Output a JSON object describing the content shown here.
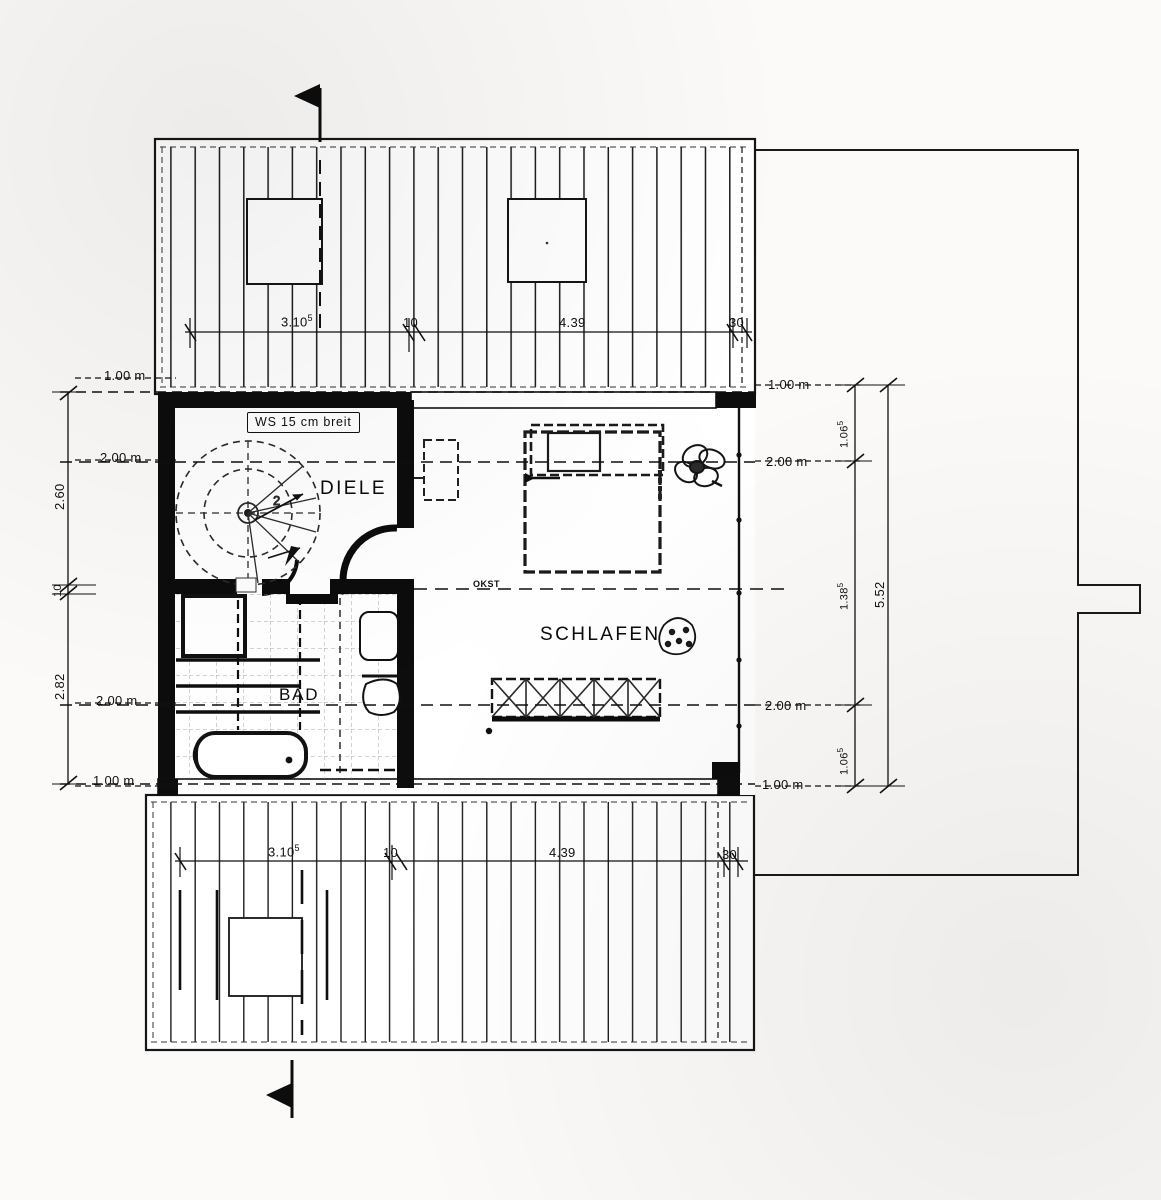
{
  "drawing": {
    "type": "architectural-floor-plan",
    "language": "de",
    "description": "Dachgeschoss Grundriss mit Diele, Bad und Schlafzimmer"
  },
  "rooms": [
    {
      "id": "diele",
      "label": "DIELE"
    },
    {
      "id": "bad",
      "label": "BAD"
    },
    {
      "id": "schlafen",
      "label": "SCHLAFEN"
    }
  ],
  "notes": {
    "wall_note": "WS 15 cm breit",
    "okst_mark": "OKST"
  },
  "dimensions": {
    "top_chain": [
      {
        "value": "3.10",
        "sup": "5"
      },
      {
        "value": "10",
        "sup": ""
      },
      {
        "value": "4.39",
        "sup": ""
      },
      {
        "value": "30",
        "sup": ""
      }
    ],
    "bottom_chain": [
      {
        "value": "3.10",
        "sup": "5"
      },
      {
        "value": "10",
        "sup": ""
      },
      {
        "value": "4.39",
        "sup": ""
      },
      {
        "value": "30",
        "sup": ""
      }
    ],
    "left_heights": [
      {
        "value": "1.00 m"
      },
      {
        "value": "2.00 m"
      },
      {
        "value": "2.00 m"
      },
      {
        "value": "1.00 m"
      }
    ],
    "left_chain": [
      {
        "value": "2.60",
        "sup": ""
      },
      {
        "value": "10",
        "sup": ""
      },
      {
        "value": "2.82",
        "sup": ""
      }
    ],
    "right_heights": [
      {
        "value": "1.00 m"
      },
      {
        "value": "2.00 m"
      },
      {
        "value": "2.00 m"
      },
      {
        "value": "1.00 m"
      }
    ],
    "right_chain": [
      {
        "value": "1.06",
        "sup": "5"
      },
      {
        "value": "1.38",
        "sup": "5"
      },
      {
        "value": "1.06",
        "sup": "5"
      }
    ],
    "right_total": {
      "value": "5.52",
      "sup": ""
    }
  },
  "markers": {
    "section_top": "section-marker-top",
    "section_bottom": "section-marker-bottom"
  },
  "colors": {
    "ink": "#111111",
    "paper": "#fbfaf8",
    "wall_fill": "#0d0d0d",
    "thin": "#2a2a2a"
  }
}
